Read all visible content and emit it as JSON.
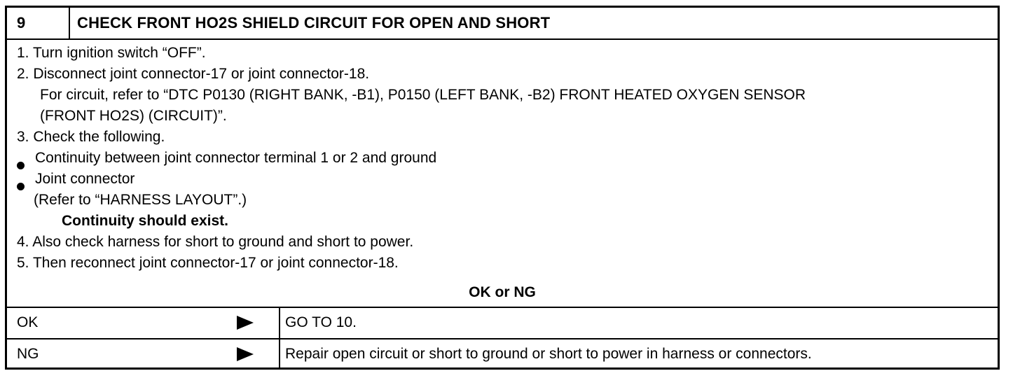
{
  "header": {
    "step_number": "9",
    "title": "CHECK FRONT HO2S SHIELD CIRCUIT FOR OPEN AND SHORT"
  },
  "procedure": {
    "lines": [
      "1. Turn ignition switch “OFF”.",
      "2. Disconnect joint connector-17 or joint connector-18.",
      "For circuit, refer to “DTC P0130 (RIGHT BANK, -B1), P0150 (LEFT BANK, -B2) FRONT HEATED OXYGEN SENSOR",
      "(FRONT HO2S) (CIRCUIT)”.",
      "3. Check the following.",
      "Continuity between joint connector terminal 1 or 2 and ground",
      "Joint connector",
      "(Refer to “HARNESS LAYOUT”.)",
      "Continuity should exist.",
      "4. Also check harness for short to ground and short to power.",
      "5. Then reconnect joint connector-17 or joint connector-18."
    ]
  },
  "decision": {
    "prompt": "OK or NG",
    "results": [
      {
        "label": "OK",
        "action": "GO TO 10."
      },
      {
        "label": "NG",
        "action": "Repair open circuit or short to ground or short to power in harness or connectors."
      }
    ]
  }
}
